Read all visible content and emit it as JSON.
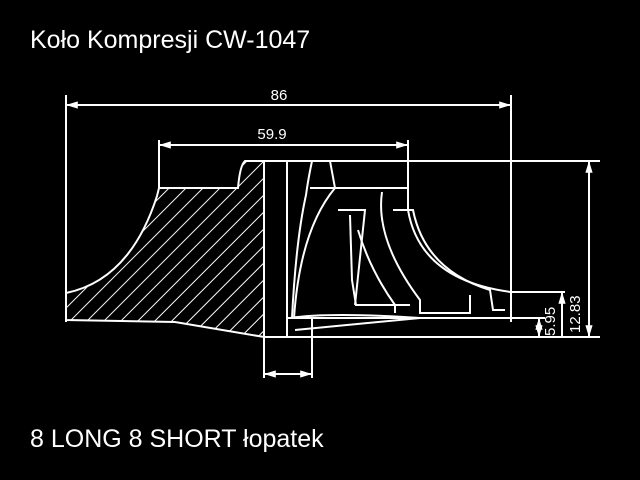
{
  "title": "Koło Kompresji CW-1047",
  "caption": "8 LONG 8 SHORT łopatek",
  "dimensions": {
    "overall_diameter": "86",
    "inducer_diameter": "59.9",
    "total_height": "12.83",
    "hub_height": "5.95"
  },
  "colors": {
    "background": "#000000",
    "lines": "#ffffff"
  }
}
